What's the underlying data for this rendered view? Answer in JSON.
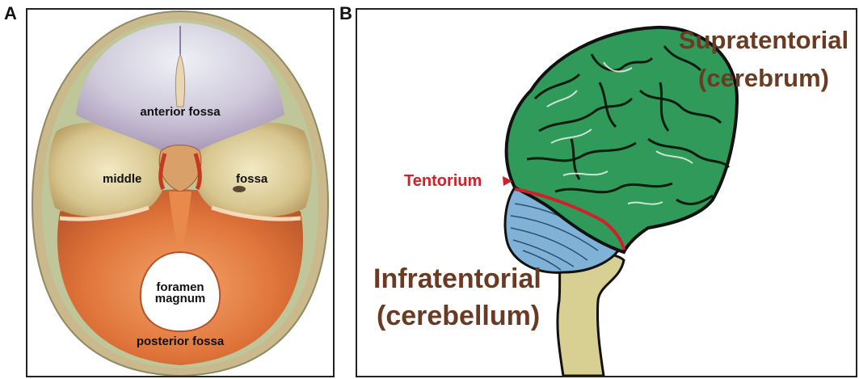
{
  "panel_a": {
    "letter": "A",
    "labels": {
      "anterior": "anterior fossa",
      "middle_left": "middle",
      "middle_right": "fossa",
      "foramen_line1": "foramen",
      "foramen_line2": "magnum",
      "posterior": "posterior fossa"
    }
  },
  "panel_b": {
    "letter": "B",
    "labels": {
      "supra_line1": "Supratentorial",
      "supra_line2": "(cerebrum)",
      "tentorium": "Tentorium",
      "infra_line1": "Infratentorial",
      "infra_line2": "(cerebellum)"
    }
  }
}
